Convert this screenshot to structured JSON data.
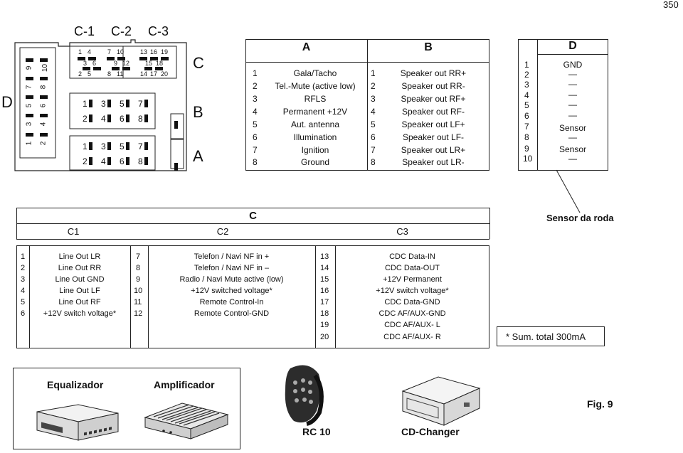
{
  "page_number": "350",
  "connector": {
    "side_label": "D",
    "top_labels": [
      "C-1",
      "C-2",
      "C-3"
    ],
    "right_labels": [
      "C",
      "B",
      "A"
    ],
    "d_pins_top": [
      "9",
      "10"
    ],
    "d_pins_mid": [
      "7",
      "8"
    ],
    "d_pins_mid2": [
      "5",
      "6"
    ],
    "d_pins_mid3": [
      "3",
      "4"
    ],
    "d_pins_bot": [
      "1",
      "2"
    ],
    "c1_pins": [
      "1",
      "4",
      "3",
      "6",
      "2",
      "5"
    ],
    "c2_pins": [
      "7",
      "10",
      "9",
      "12",
      "8",
      "11"
    ],
    "c3_pins": [
      "13",
      "16",
      "19",
      "15",
      "18",
      "14",
      "17",
      "20"
    ],
    "b_top": [
      "1",
      "3",
      "5",
      "7"
    ],
    "b_bot": [
      "2",
      "4",
      "6",
      "8"
    ],
    "a_top": [
      "1",
      "3",
      "5",
      "7"
    ],
    "a_bot": [
      "2",
      "4",
      "6",
      "8"
    ]
  },
  "table_ab": {
    "header_a": "A",
    "header_b": "B",
    "rows": [
      {
        "na": "1",
        "a": "Gala/Tacho",
        "nb": "1",
        "b": "Speaker out RR+"
      },
      {
        "na": "2",
        "a": "Tel.-Mute (active low)",
        "nb": "2",
        "b": "Speaker out RR-"
      },
      {
        "na": "3",
        "a": "RFLS",
        "nb": "3",
        "b": "Speaker out RF+"
      },
      {
        "na": "4",
        "a": "Permanent +12V",
        "nb": "4",
        "b": "Speaker out RF-"
      },
      {
        "na": "5",
        "a": "Aut. antenna",
        "nb": "5",
        "b": "Speaker out LF+"
      },
      {
        "na": "6",
        "a": "Illumination",
        "nb": "6",
        "b": "Speaker out LF-"
      },
      {
        "na": "7",
        "a": "Ignition",
        "nb": "7",
        "b": "Speaker out LR+"
      },
      {
        "na": "8",
        "a": "Ground",
        "nb": "8",
        "b": "Speaker out LR-"
      }
    ]
  },
  "table_d": {
    "header": "D",
    "rows": [
      {
        "n": "1",
        "v": "GND"
      },
      {
        "n": "2",
        "v": "—"
      },
      {
        "n": "3",
        "v": "—"
      },
      {
        "n": "4",
        "v": "—"
      },
      {
        "n": "5",
        "v": "—"
      },
      {
        "n": "6",
        "v": "—"
      },
      {
        "n": "7",
        "v": "Sensor"
      },
      {
        "n": "8",
        "v": "—"
      },
      {
        "n": "9",
        "v": "Sensor"
      },
      {
        "n": "10",
        "v": "—"
      }
    ]
  },
  "sensor_label": "Sensor da roda",
  "table_c": {
    "header": "C",
    "sub_headers": [
      "C1",
      "C2",
      "C3"
    ],
    "c1": [
      {
        "n": "1",
        "v": "Line Out LR"
      },
      {
        "n": "2",
        "v": "Line Out RR"
      },
      {
        "n": "3",
        "v": "Line Out GND"
      },
      {
        "n": "4",
        "v": "Line Out LF"
      },
      {
        "n": "5",
        "v": "Line Out RF"
      },
      {
        "n": "6",
        "v": "+12V switch voltage*"
      }
    ],
    "c2": [
      {
        "n": "7",
        "v": "Telefon / Navi NF  in +"
      },
      {
        "n": "8",
        "v": "Telefon / Navi NF  in –"
      },
      {
        "n": "9",
        "v": "Radio / Navi Mute active (low)"
      },
      {
        "n": "10",
        "v": "+12V switched voltage*"
      },
      {
        "n": "11",
        "v": "Remote Control-In"
      },
      {
        "n": "12",
        "v": "Remote Control-GND"
      }
    ],
    "c3": [
      {
        "n": "13",
        "v": "CDC Data-IN"
      },
      {
        "n": "14",
        "v": "CDC Data-OUT"
      },
      {
        "n": "15",
        "v": "+12V Permanent"
      },
      {
        "n": "16",
        "v": "+12V switch voltage*"
      },
      {
        "n": "17",
        "v": "CDC Data-GND"
      },
      {
        "n": "18",
        "v": "CDC AF/AUX-GND"
      },
      {
        "n": "19",
        "v": "CDC AF/AUX- L"
      },
      {
        "n": "20",
        "v": "CDC AF/AUX- R"
      }
    ]
  },
  "footnote": "* Sum. total 300mA",
  "devices": {
    "equalizer": "Equalizador",
    "amplifier": "Amplificador",
    "remote": "RC 10",
    "changer": "CD-Changer"
  },
  "figure_label": "Fig. 9"
}
